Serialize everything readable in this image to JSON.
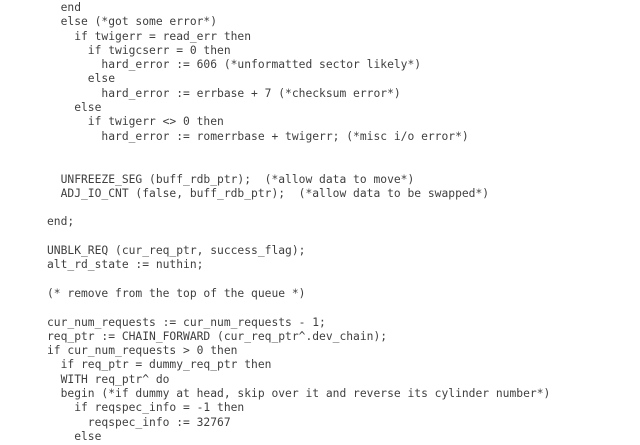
{
  "page": {
    "background_color": "#ffffff",
    "text_color": "#3f3f3f",
    "content_type": "pascal-source-listing"
  },
  "code": {
    "lines": [
      "  end",
      "  else (*got some error*)",
      "    if twigerr = read_err then",
      "      if twigcserr = 0 then",
      "        hard_error := 606 (*unformatted sector likely*)",
      "      else",
      "        hard_error := errbase + 7 (*checksum error*)",
      "    else",
      "      if twigerr <> 0 then",
      "        hard_error := romerrbase + twigerr; (*misc i/o error*)",
      "",
      "",
      "  UNFREEZE_SEG (buff_rdb_ptr);  (*allow data to move*)",
      "  ADJ_IO_CNT (false, buff_rdb_ptr);  (*allow data to be swapped*)",
      "",
      "end;",
      "",
      "UNBLK_REQ (cur_req_ptr, success_flag);",
      "alt_rd_state := nuthin;",
      "",
      "(* remove from the top of the queue *)",
      "",
      "cur_num_requests := cur_num_requests - 1;",
      "req_ptr := CHAIN_FORWARD (cur_req_ptr^.dev_chain);",
      "if cur_num_requests > 0 then",
      "  if req_ptr = dummy_req_ptr then",
      "  WITH req_ptr^ do",
      "  begin (*if dummy at head, skip over it and reverse its cylinder number*)",
      "    if reqspec_info = -1 then",
      "      reqspec_info := 32767",
      "    else"
    ]
  }
}
